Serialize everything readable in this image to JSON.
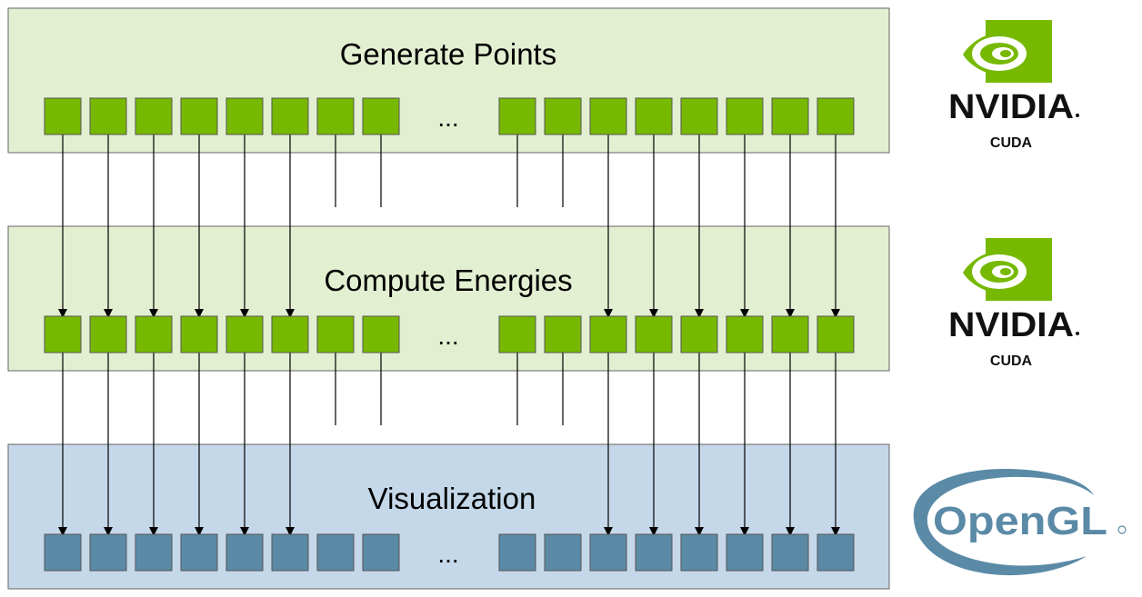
{
  "stages": [
    {
      "title": "Generate Points",
      "fill": "#e3efd1",
      "block_color": "#76b900"
    },
    {
      "title": "Compute Energies",
      "fill": "#e3efd1",
      "block_color": "#76b900"
    },
    {
      "title": "Visualization",
      "fill": "#c5d8ea",
      "block_color": "#5a8aa6"
    }
  ],
  "ellipsis": "...",
  "logos": [
    {
      "brand": "NVIDIA",
      "caption": "CUDA",
      "icon": "nvidia-eye-icon",
      "color": "#76b900"
    },
    {
      "brand": "NVIDIA",
      "caption": "CUDA",
      "icon": "nvidia-eye-icon",
      "color": "#76b900"
    },
    {
      "brand": "OpenGL",
      "icon": "opengl-swoosh-icon",
      "color": "#5a8aa6"
    }
  ],
  "colors": {
    "border": "#666666",
    "arrow": "#000000",
    "green": "#76b900",
    "blue": "#5a8aa6"
  }
}
